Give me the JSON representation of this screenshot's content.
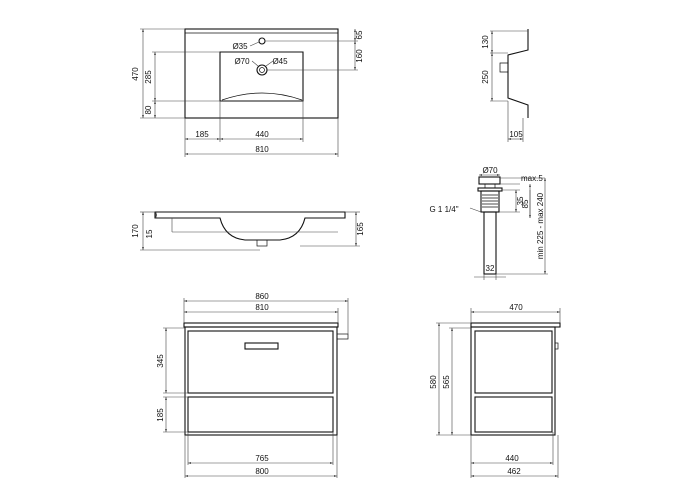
{
  "top_view": {
    "d470": "470",
    "d285": "285",
    "d80": "80",
    "d65": "65",
    "d160": "160",
    "d185": "185",
    "d440": "440",
    "d810": "810",
    "hole": "Ø35",
    "drain_outer": "Ø70",
    "drain_inner": "Ø45"
  },
  "side_section": {
    "d130": "130",
    "d250": "250",
    "d105": "105"
  },
  "front_section": {
    "d170": "170",
    "d15": "15",
    "d165": "165"
  },
  "drain_detail": {
    "diameter": "Ø70",
    "max": "max.5",
    "d35": "35",
    "d85": "85",
    "range": "min 225 - max 240",
    "thread": "G 1 1/4\"",
    "d32": "32"
  },
  "cabinet_front": {
    "d860": "860",
    "d810": "810",
    "d345": "345",
    "d185": "185",
    "d765": "765",
    "d800": "800"
  },
  "cabinet_side": {
    "d470": "470",
    "d580": "580",
    "d565": "565",
    "d440": "440",
    "d462": "462"
  }
}
